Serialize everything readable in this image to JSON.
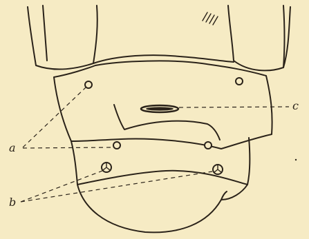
{
  "labels": {
    "a": "a",
    "b": "b",
    "c": "c"
  },
  "colors": {
    "paper": "#f6ebc4",
    "ink": "#2a2219"
  }
}
